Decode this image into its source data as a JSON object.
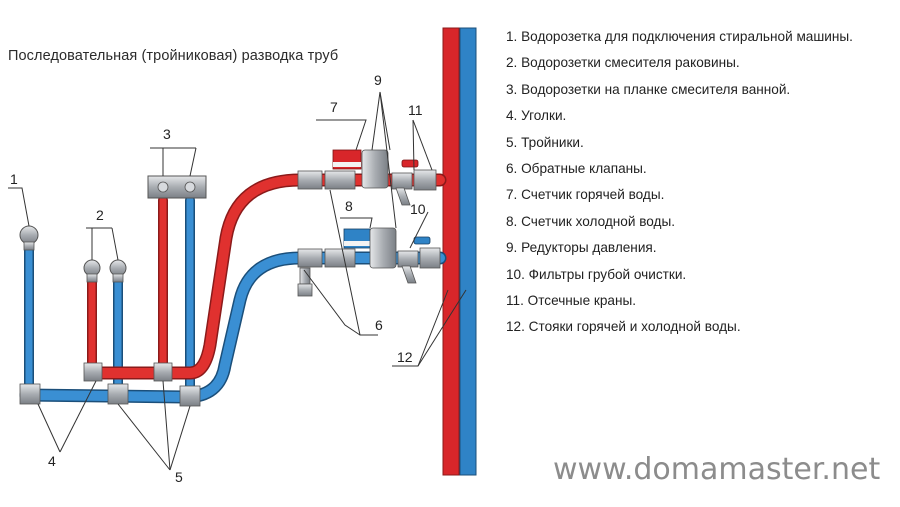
{
  "title": "Последовательная (тройниковая) разводка труб",
  "legend": [
    "1. Водорозетка для подключения стиральной машины.",
    "2. Водорозетки смесителя раковины.",
    "3. Водорозетки на планке смесителя ванной.",
    "4. Уголки.",
    "5. Тройники.",
    "6. Обратные клапаны.",
    "7. Счетчик горячей воды.",
    "8. Счетчик холодной воды.",
    "9. Редукторы давления.",
    "10. Фильтры грубой очистки.",
    "11. Отсечные краны.",
    "12. Стояки горячей и холодной воды."
  ],
  "callouts": {
    "c1": "1",
    "c2": "2",
    "c3": "3",
    "c4": "4",
    "c5": "5",
    "c6": "6",
    "c7": "7",
    "c8": "8",
    "c9": "9",
    "c10": "10",
    "c11": "11",
    "c12": "12"
  },
  "website": "www.domamaster.net",
  "colors": {
    "hot": "#d8262a",
    "cold": "#2f83c6",
    "fitting": "#a9adb2",
    "line": "#333333"
  }
}
